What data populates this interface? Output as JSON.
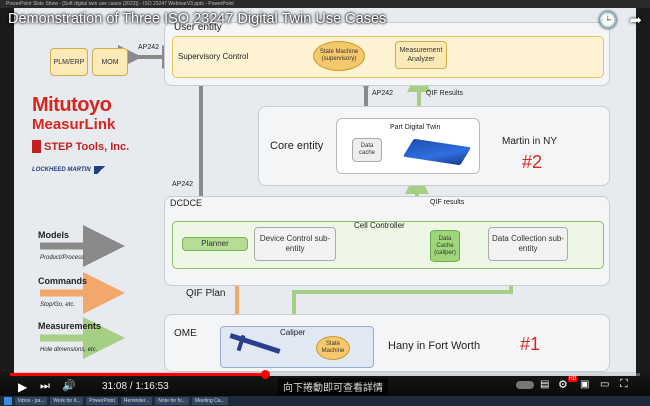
{
  "window": {
    "titlebar_text": "PowerPoint Slide Show - [Soft digital twin use cases (2023)] - ISO 23247 WebinarV3.pptx - PowerPoint"
  },
  "video": {
    "title": "Demonstration of Three ISO 23247 Digital Twin Use Cases",
    "time_current": "31:08",
    "time_total": "1:16:53",
    "time_sep": " / ",
    "caption": "向下捲動即可查看詳情",
    "progress_fraction": 0.405
  },
  "slide": {
    "user_entity": {
      "label": "User entity",
      "plmerp": "PLM/ERP",
      "mom": "MOM",
      "ap242": "AP242",
      "supervisory": "Supervisory Control",
      "state_machine": "State Machine (supervisory)",
      "measurement_analyzer": "Measurement Analyzer"
    },
    "core_entity": {
      "label": "Core entity",
      "part_twin": "Part Digital Twin",
      "data_cache": "Data cache",
      "ap242": "AP242",
      "qif_results": "QIF Results",
      "location": "Martin in NY",
      "number": "#2"
    },
    "dcdce": {
      "label": "DCDCE",
      "ap242": "AP242",
      "qif_results": "QIF results",
      "cell_controller": "Cell Controller",
      "planner": "Planner",
      "device_control": "Device Control sub-entity",
      "data_cache_caliper": "Data Cache (caliper)",
      "data_collection": "Data Collection sub-entity"
    },
    "ome": {
      "label": "OME",
      "qif_plan": "QIF Plan",
      "caliper": "Caliper",
      "state_machine": "State Machine",
      "location": "Hany in Fort Worth",
      "number": "#1"
    },
    "logos": {
      "mitutoyo": "Mitutoyo",
      "measurlink": "MeasurLink",
      "step_tools": "STEP Tools, Inc.",
      "lockheed": "LOCKHEED MARTIN"
    },
    "legend": {
      "models": "Models",
      "models_sub": "Product/Process",
      "commands": "Commands",
      "commands_sub": "Stop/Go, etc.",
      "measurements": "Measurements",
      "measurements_sub": "Hole dimensions, etc."
    }
  },
  "taskbar": [
    "Inbox - pa...",
    "Work for it...",
    "PowerPoint",
    "Reminder...",
    "Note for fo...",
    "Meeting Ca..."
  ],
  "colors": {
    "models_arrow": "#8a8a8a",
    "commands_arrow": "#f2a76b",
    "measurements_arrow": "#a6cf86",
    "number_red": "#d7281e",
    "progress": "#ff0000"
  }
}
